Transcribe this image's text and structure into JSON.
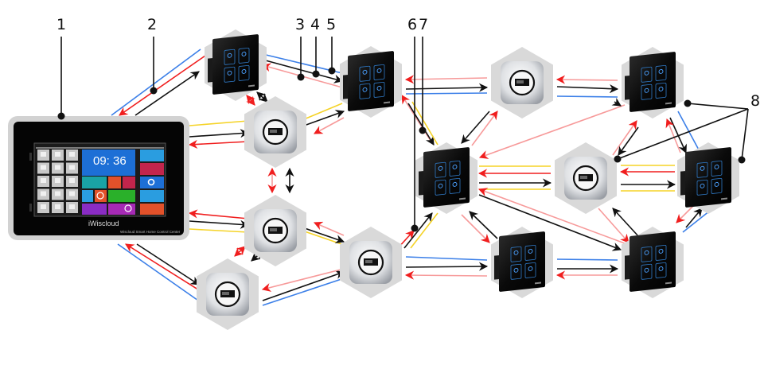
{
  "diagram": {
    "title": "Smart home control network topology",
    "colors": {
      "blue_line": "#3b7fe8",
      "red_line": "#f01e1e",
      "pink_line": "#f79a9a",
      "black_line": "#111111",
      "yellow_line": "#f5d327",
      "hex_fill": "#d9d9d9",
      "panel_frame": "#d2d2d2"
    },
    "control_center": {
      "brand": "iWiscloud",
      "subtitle": "Wiscloud Smart Home Control Center",
      "clock": "09: 36"
    },
    "nodes": [
      {
        "id": "A",
        "type": "touch-switch"
      },
      {
        "id": "B",
        "type": "thermostat"
      },
      {
        "id": "C",
        "type": "touch-switch"
      },
      {
        "id": "D",
        "type": "thermostat"
      },
      {
        "id": "E",
        "type": "touch-switch"
      },
      {
        "id": "F",
        "type": "thermostat"
      },
      {
        "id": "G",
        "type": "touch-switch"
      },
      {
        "id": "H",
        "type": "thermostat"
      },
      {
        "id": "I",
        "type": "touch-switch"
      },
      {
        "id": "J",
        "type": "thermostat"
      },
      {
        "id": "K",
        "type": "thermostat"
      },
      {
        "id": "L",
        "type": "touch-switch"
      },
      {
        "id": "M",
        "type": "touch-switch"
      }
    ],
    "callouts": [
      {
        "label": "1"
      },
      {
        "label": "2"
      },
      {
        "label": "3"
      },
      {
        "label": "4"
      },
      {
        "label": "5"
      },
      {
        "label": "6"
      },
      {
        "label": "7"
      },
      {
        "label": "8"
      }
    ]
  }
}
